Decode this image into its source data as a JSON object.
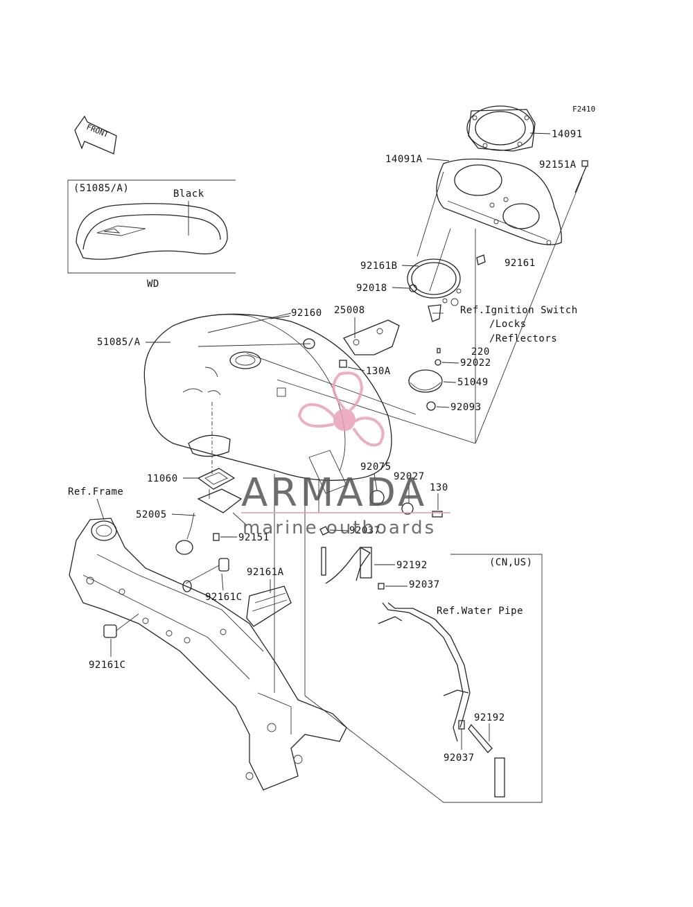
{
  "figure_code": "F2410",
  "front_arrow_label": "FRONT",
  "inset": {
    "title": "(51085/A)",
    "color_label": "Black",
    "caption": "WD"
  },
  "ref_labels": {
    "ignition_line1": "Ref.Ignition Switch",
    "ignition_line2": "/Locks",
    "ignition_line3": "/Reflectors",
    "frame": "Ref.Frame",
    "water_pipe": "Ref.Water Pipe",
    "region": "(CN,US)"
  },
  "parts": [
    {
      "id": "14091",
      "label": "14091"
    },
    {
      "id": "92151A",
      "label": "92151A"
    },
    {
      "id": "14091A",
      "label": "14091A"
    },
    {
      "id": "92161B",
      "label": "92161B"
    },
    {
      "id": "92161",
      "label": "92161"
    },
    {
      "id": "92018",
      "label": "92018"
    },
    {
      "id": "92160",
      "label": "92160"
    },
    {
      "id": "25008",
      "label": "25008"
    },
    {
      "id": "51085A",
      "label": "51085/A"
    },
    {
      "id": "220",
      "label": "220"
    },
    {
      "id": "92022",
      "label": "92022"
    },
    {
      "id": "130A",
      "label": "130A"
    },
    {
      "id": "51049",
      "label": "51049"
    },
    {
      "id": "92093",
      "label": "92093"
    },
    {
      "id": "11060",
      "label": "11060"
    },
    {
      "id": "92075",
      "label": "92075"
    },
    {
      "id": "92027",
      "label": "92027"
    },
    {
      "id": "130",
      "label": "130"
    },
    {
      "id": "52005",
      "label": "52005"
    },
    {
      "id": "92151",
      "label": "92151"
    },
    {
      "id": "92037a",
      "label": "92037"
    },
    {
      "id": "92192a",
      "label": "92192"
    },
    {
      "id": "92037b",
      "label": "92037"
    },
    {
      "id": "92161A",
      "label": "92161A"
    },
    {
      "id": "92161C_a",
      "label": "92161C"
    },
    {
      "id": "92161C_b",
      "label": "92161C"
    },
    {
      "id": "92192b",
      "label": "92192"
    },
    {
      "id": "92037c",
      "label": "92037"
    }
  ],
  "watermark": {
    "brand": "ARMADA",
    "tagline": "marine outboards",
    "accent_color": "#e8a0b8"
  }
}
